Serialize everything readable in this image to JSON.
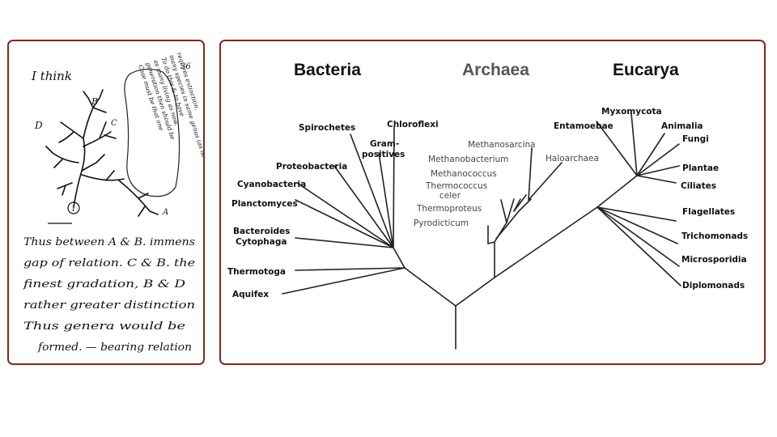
{
  "sketch": {
    "page_number": "36",
    "opening": "I think",
    "margin_note": [
      "Case must be that one",
      "generation then should be",
      "as many living as now.",
      "To do this & to have",
      "many species in same genus (as is)",
      "requires extinction."
    ],
    "labels": {
      "a": "A",
      "b": "B",
      "c": "C",
      "d": "D",
      "one": "1"
    },
    "note_lines": [
      "Thus between A & B. immens",
      "gap of relation. C & B. the",
      "finest gradation, B & D",
      "rather greater distinction",
      "Thus genera would be",
      "formed. — bearing relation"
    ]
  },
  "tree": {
    "domains": [
      {
        "name": "Bacteria",
        "color": "#111111"
      },
      {
        "name": "Archaea",
        "color": "#555555"
      },
      {
        "name": "Eucarya",
        "color": "#111111"
      }
    ],
    "bacteria": [
      "Spirochetes",
      "Chloroflexi",
      "Gram-",
      "positives",
      "Proteobacteria",
      "Cyanobacteria",
      "Planctomyces",
      "Bacteroides",
      "Cytophaga",
      "Thermotoga",
      "Aquifex"
    ],
    "archaea": [
      "Methanosarcina",
      "Methanobacterium",
      "Haloarchaea",
      "Methanococcus",
      "Thermococcus",
      "celer",
      "Thermoproteus",
      "Pyrodicticum"
    ],
    "eucarya": [
      "Myxomycota",
      "Entamoebae",
      "Animalia",
      "Fungi",
      "Plantae",
      "Ciliates",
      "Flagellates",
      "Trichomonads",
      "Microsporidia",
      "Diplomonads"
    ]
  }
}
